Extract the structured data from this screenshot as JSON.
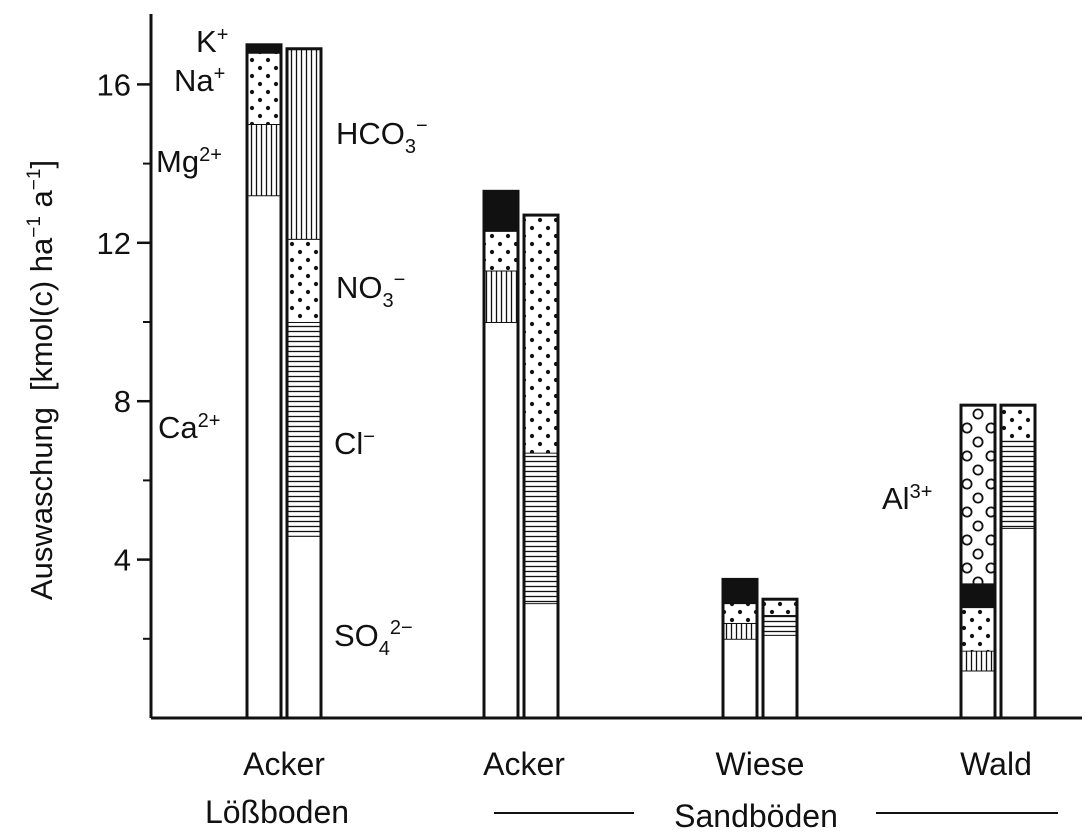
{
  "chart_data": {
    "type": "bar",
    "stacked": true,
    "y_axis": {
      "label_main": "Auswaschung",
      "label_unit": "[kmol(c) ha",
      "label_exp1": "−1",
      "label_mid": " a",
      "label_exp2": "−1",
      "label_end": "]",
      "ylim": [
        0,
        18
      ],
      "ticks": [
        {
          "value": 4,
          "label": "4"
        },
        {
          "value": 8,
          "label": "8"
        },
        {
          "value": 12,
          "label": "12"
        },
        {
          "value": 16,
          "label": "16"
        }
      ],
      "minor_ticks": [
        2,
        6,
        10,
        14
      ]
    },
    "groups": [
      {
        "label": "Acker"
      },
      {
        "label": "Acker"
      },
      {
        "label": "Wiese"
      },
      {
        "label": "Wald"
      }
    ],
    "group_captions": [
      {
        "text": "Lößboden"
      },
      {
        "text": "Sandböden"
      }
    ],
    "cation_series": [
      "Ca2+",
      "Al3+",
      "Mg2+",
      "Na+",
      "K+"
    ],
    "anion_series": [
      "SO42-",
      "Cl-",
      "NO3-",
      "HCO3-"
    ],
    "bars": [
      {
        "group": 0,
        "side": "cations",
        "segments": [
          {
            "ion": "Ca2+",
            "value": 13.2,
            "pattern": "blank"
          },
          {
            "ion": "Mg2+",
            "value": 1.8,
            "pattern": "vertical"
          },
          {
            "ion": "Na+",
            "value": 1.8,
            "pattern": "dots"
          },
          {
            "ion": "K+",
            "value": 0.2,
            "pattern": "solid"
          }
        ]
      },
      {
        "group": 0,
        "side": "anions",
        "segments": [
          {
            "ion": "SO42-",
            "value": 4.6,
            "pattern": "blank"
          },
          {
            "ion": "Cl-",
            "value": 5.4,
            "pattern": "horizontal"
          },
          {
            "ion": "NO3-",
            "value": 2.1,
            "pattern": "dots"
          },
          {
            "ion": "HCO3-",
            "value": 4.8,
            "pattern": "vertical"
          }
        ]
      },
      {
        "group": 1,
        "side": "cations",
        "segments": [
          {
            "ion": "Ca2+",
            "value": 10.0,
            "pattern": "blank"
          },
          {
            "ion": "Mg2+",
            "value": 1.3,
            "pattern": "vertical"
          },
          {
            "ion": "Na+",
            "value": 1.0,
            "pattern": "dots"
          },
          {
            "ion": "K+",
            "value": 1.0,
            "pattern": "solid"
          }
        ]
      },
      {
        "group": 1,
        "side": "anions",
        "segments": [
          {
            "ion": "SO42-",
            "value": 2.9,
            "pattern": "blank"
          },
          {
            "ion": "Cl-",
            "value": 3.8,
            "pattern": "horizontal"
          },
          {
            "ion": "NO3-",
            "value": 6.0,
            "pattern": "dots"
          }
        ]
      },
      {
        "group": 2,
        "side": "cations",
        "segments": [
          {
            "ion": "Ca2+",
            "value": 2.0,
            "pattern": "blank"
          },
          {
            "ion": "Mg2+",
            "value": 0.4,
            "pattern": "vertical"
          },
          {
            "ion": "Na+",
            "value": 0.5,
            "pattern": "dots"
          },
          {
            "ion": "K+",
            "value": 0.6,
            "pattern": "solid"
          }
        ]
      },
      {
        "group": 2,
        "side": "anions",
        "segments": [
          {
            "ion": "SO42-",
            "value": 2.1,
            "pattern": "blank"
          },
          {
            "ion": "Cl-",
            "value": 0.5,
            "pattern": "horizontal"
          },
          {
            "ion": "NO3-",
            "value": 0.4,
            "pattern": "dots"
          }
        ]
      },
      {
        "group": 3,
        "side": "cations",
        "segments": [
          {
            "ion": "Ca2+",
            "value": 1.2,
            "pattern": "blank"
          },
          {
            "ion": "Mg2+",
            "value": 0.5,
            "pattern": "vertical"
          },
          {
            "ion": "Na+",
            "value": 1.1,
            "pattern": "dots"
          },
          {
            "ion": "K+",
            "value": 0.6,
            "pattern": "solid"
          },
          {
            "ion": "Al3+",
            "value": 4.5,
            "pattern": "circles"
          }
        ]
      },
      {
        "group": 3,
        "side": "anions",
        "segments": [
          {
            "ion": "SO42-",
            "value": 4.8,
            "pattern": "blank"
          },
          {
            "ion": "Cl-",
            "value": 2.2,
            "pattern": "horizontal"
          },
          {
            "ion": "NO3-",
            "value": 0.9,
            "pattern": "dots"
          }
        ]
      }
    ],
    "annotations": [
      {
        "key": "K",
        "base": "K",
        "sup": "+",
        "sub": "",
        "sup2": ""
      },
      {
        "key": "Na",
        "base": "Na",
        "sup": "+",
        "sub": "",
        "sup2": ""
      },
      {
        "key": "Mg",
        "base": "Mg",
        "sup": "2+",
        "sub": "",
        "sup2": ""
      },
      {
        "key": "Ca",
        "base": "Ca",
        "sup": "2+",
        "sub": "",
        "sup2": ""
      },
      {
        "key": "HCO3",
        "base": "HCO",
        "sup": "",
        "sub": "3",
        "sup2": "−"
      },
      {
        "key": "NO3",
        "base": "NO",
        "sup": "",
        "sub": "3",
        "sup2": "−"
      },
      {
        "key": "Cl",
        "base": "Cl",
        "sup": "−",
        "sub": "",
        "sup2": ""
      },
      {
        "key": "SO4",
        "base": "SO",
        "sup": "",
        "sub": "4",
        "sup2": "2−"
      },
      {
        "key": "Al",
        "base": "Al",
        "sup": "3+",
        "sub": "",
        "sup2": ""
      }
    ],
    "grid": false,
    "legend": "none"
  }
}
